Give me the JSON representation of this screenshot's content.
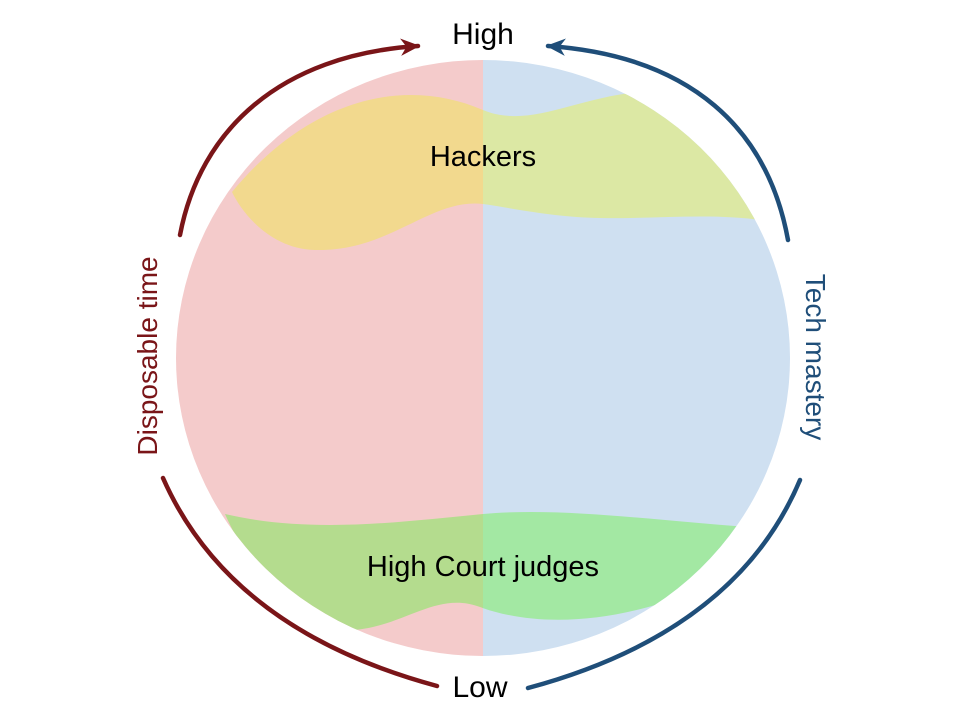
{
  "labels": {
    "top": "High",
    "bottom": "Low",
    "left_axis": "Disposable time",
    "right_axis": "Tech mastery",
    "top_band": "Hackers",
    "bottom_band": "High Court judges"
  },
  "colors": {
    "background": "#ffffff",
    "left_half": "#f4cbcb",
    "right_half": "#cfe0f1",
    "top_band_left": "#f2d98e",
    "top_band_right": "#dce8a4",
    "bottom_band_left": "#b4dc8e",
    "bottom_band_right": "#a3e8a3",
    "left_arrow": "#7a1518",
    "right_arrow": "#1f4e79",
    "text": "#000000"
  }
}
